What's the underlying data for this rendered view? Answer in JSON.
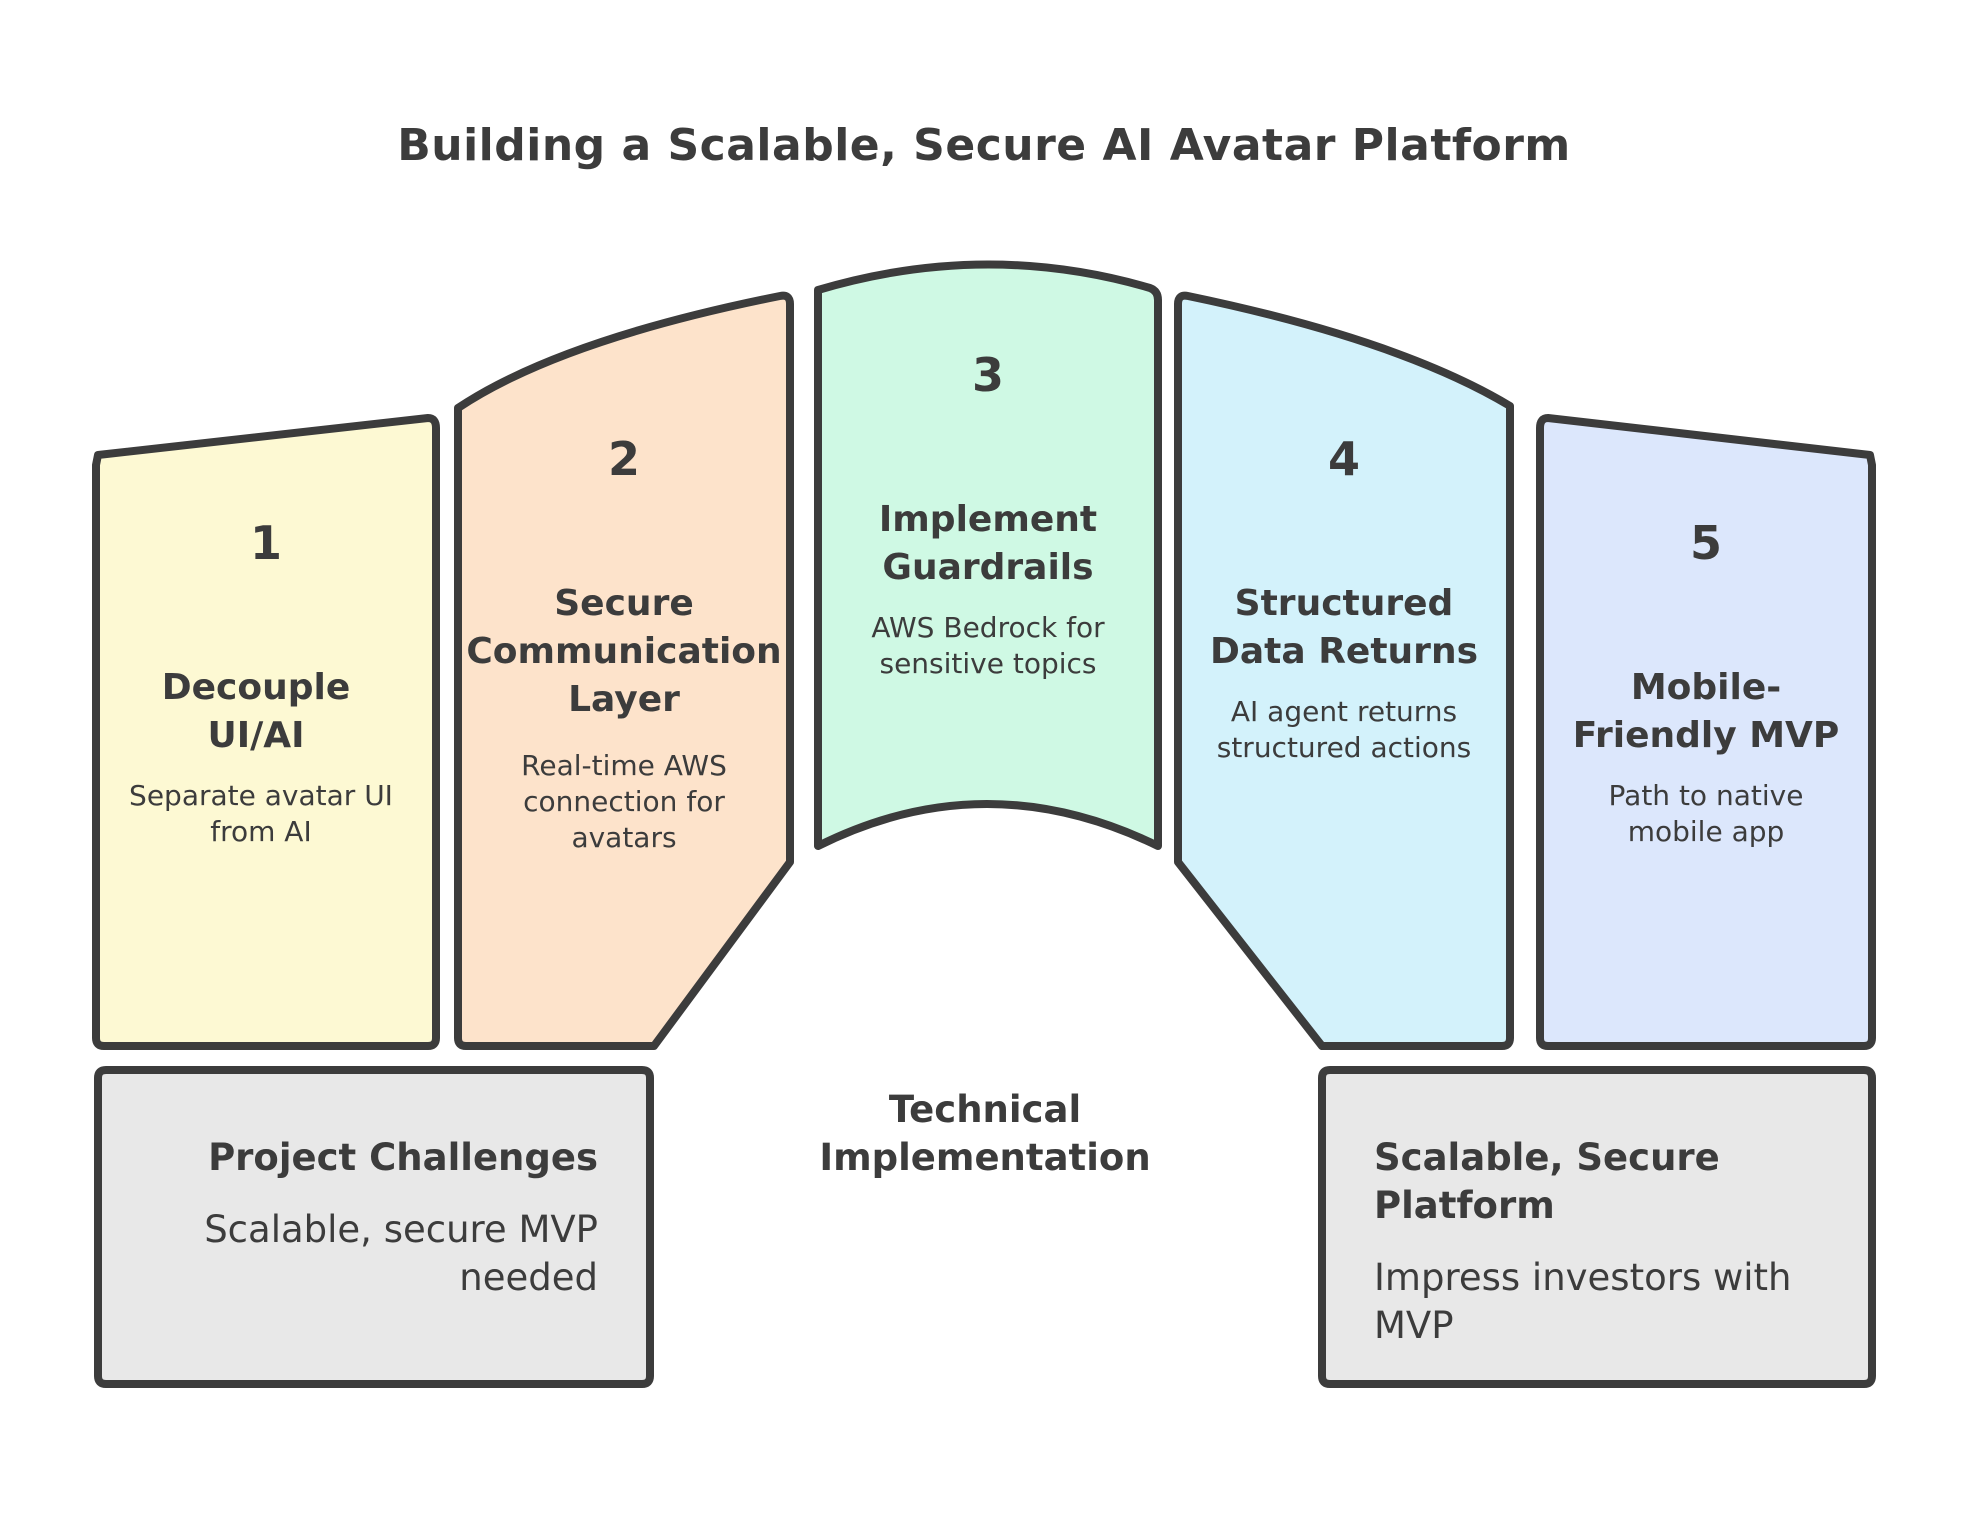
{
  "title": "Building a Scalable, Secure AI Avatar Platform",
  "colors": {
    "step1": "#fdf9d3",
    "step2": "#fde3cb",
    "step3": "#cff9e4",
    "step4": "#d3f2fb",
    "step5": "#dce7fc",
    "box": "#e8e8e8",
    "stroke": "#3c3c3c"
  },
  "steps": [
    {
      "number": "1",
      "title": "Decouple UI/AI",
      "desc": "Separate avatar UI from AI"
    },
    {
      "number": "2",
      "title": "Secure Communication Layer",
      "desc": "Real-time AWS connection for avatars"
    },
    {
      "number": "3",
      "title": "Implement Guardrails",
      "desc": "AWS Bedrock for sensitive topics"
    },
    {
      "number": "4",
      "title": "Structured Data Returns",
      "desc": "AI agent returns structured actions"
    },
    {
      "number": "5",
      "title": "Mobile-Friendly MVP",
      "desc": "Path to native mobile app"
    }
  ],
  "challenges": {
    "title": "Project Challenges",
    "desc": "Scalable, secure MVP needed"
  },
  "center_label": "Technical Implementation",
  "outcome": {
    "title": "Scalable, Secure Platform",
    "desc": "Impress investors with MVP"
  }
}
